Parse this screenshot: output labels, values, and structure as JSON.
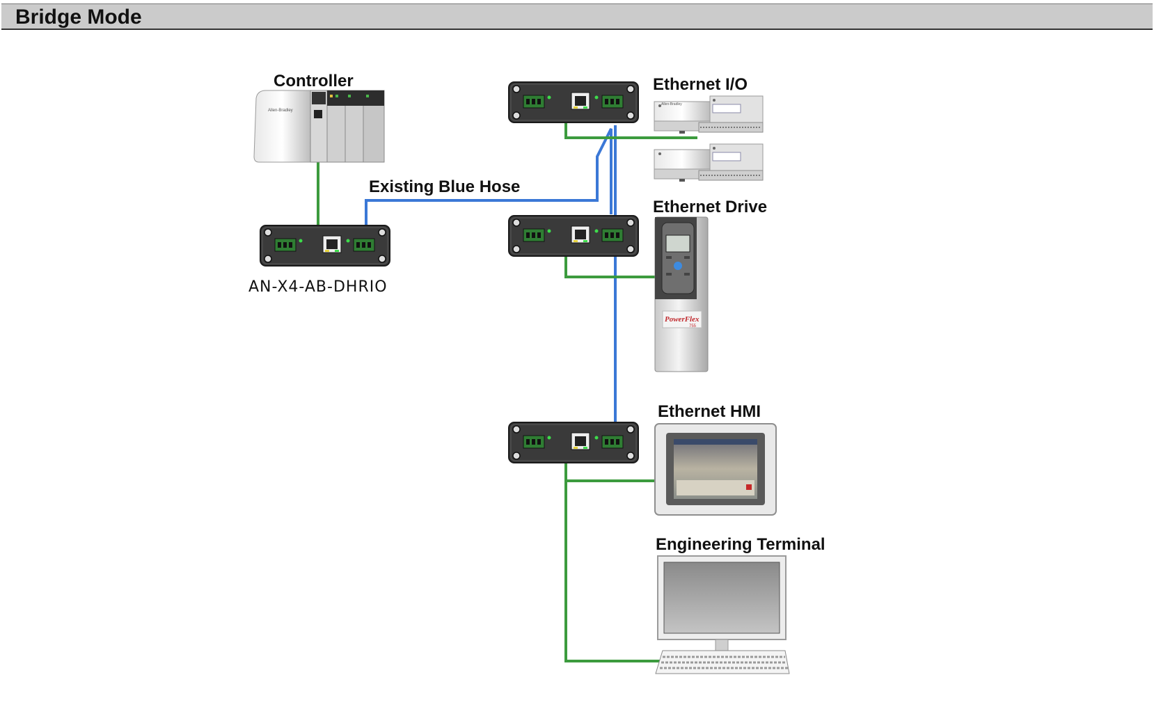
{
  "header": {
    "title": "Bridge Mode"
  },
  "labels": {
    "controller": "Controller",
    "gateway": "AN-X4-AB-DHRIO",
    "blue_hose": "Existing Blue Hose",
    "ethernet_io": "Ethernet I/O",
    "ethernet_drive": "Ethernet Drive",
    "ethernet_hmi": "Ethernet HMI",
    "engineering_terminal": "Engineering Terminal"
  },
  "device_marks": {
    "controller_brand": "Allen-Bradley",
    "io_brand": "Allen-Bradley",
    "drive_brand": "PowerFlex",
    "drive_model": "755"
  },
  "colors": {
    "ethernet_line": "#3c9b3e",
    "blue_hose_line": "#3b78d6",
    "gateway_body": "#3a3a3a",
    "header_bg": "#cbcbcb"
  }
}
